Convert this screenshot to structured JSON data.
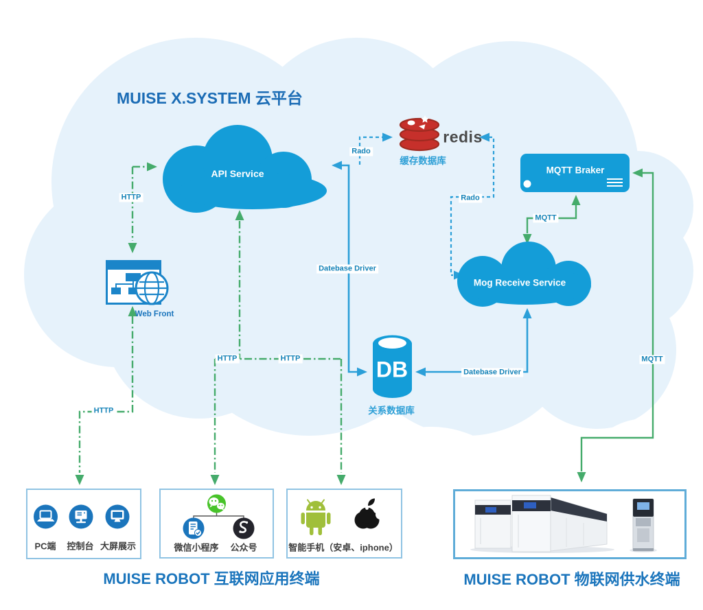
{
  "title": "MUISE X.SYSTEM 云平台",
  "nodes": {
    "api_service": {
      "label": "API Service"
    },
    "redis": {
      "name": "redis",
      "caption": "缓存数据库"
    },
    "mqtt_braker": {
      "label": "MQTT Braker"
    },
    "mog_receive_service": {
      "label": "Mog Receive Service"
    },
    "database": {
      "label": "DB",
      "caption": "关系数据库"
    },
    "web_front": {
      "label": "Web Front"
    }
  },
  "edge_labels": {
    "http_api_webfront": "HTTP",
    "http_webfront_pc": "HTTP",
    "http_api_wechat": "HTTP",
    "http_api_phone": "HTTP",
    "rado_api_redis": "Rado",
    "rado_redis_mog": "Rado",
    "mqtt_braker_mog": "MQTT",
    "mqtt_braker_iot": "MQTT",
    "dbdriver_api_db": "Datebase Driver",
    "dbdriver_db_mog": "Datebase Driver"
  },
  "terminals": {
    "internet": {
      "title": "MUISE ROBOT 互联网应用终端",
      "pc_group": [
        "PC端",
        "控制台",
        "大屏展示"
      ],
      "wechat_group": [
        "微信小程序",
        "公众号"
      ],
      "phone_label": "智能手机（安卓、iphone）"
    },
    "iot": {
      "title": "MUISE ROBOT 物联网供水终端"
    }
  },
  "colors": {
    "node_blue": "#149dd8",
    "icon_blue": "#1b75bc",
    "background_cloud": "#e6f2fb",
    "green_line": "#45ab6b",
    "blue_line": "#2b9fd8",
    "redis_red": "#c6302b",
    "wechat_green": "#48c32a",
    "android_green": "#a0bf3a",
    "title_blue": "#1b6cb5"
  }
}
